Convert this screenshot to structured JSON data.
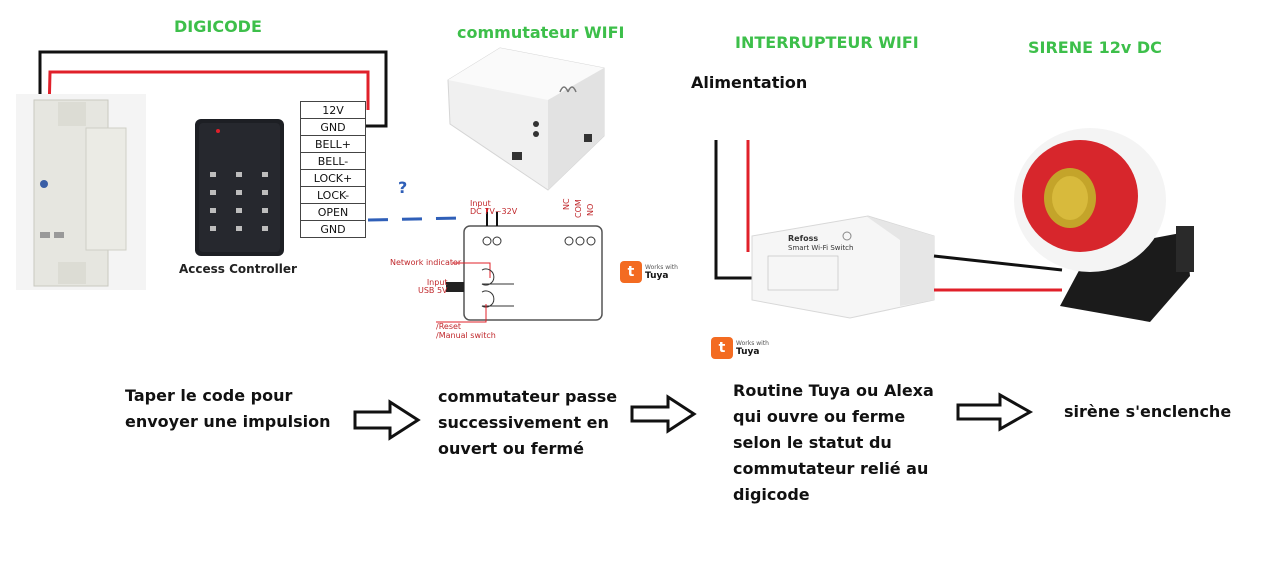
{
  "titles": {
    "digicode": "DIGICODE",
    "commutateur": "commutateur WIFI",
    "interrupteur": "INTERRUPTEUR WIFI",
    "sirene": "SIRENE 12v DC"
  },
  "alimentation": "Alimentation",
  "access_controller_label": "Access Controller",
  "terminals": [
    "12V",
    "GND",
    "BELL+",
    "BELL-",
    "LOCK+",
    "LOCK-",
    "OPEN",
    "GND"
  ],
  "question_mark": "?",
  "module_diagram": {
    "input_dc": "Input\nDC 7V~32V",
    "nc": "NC",
    "com": "COM",
    "no": "NO",
    "network_indicator": "Network indicator",
    "input_usb": "Input\nUSB 5V",
    "reset": "/Reset",
    "manual_switch": "/Manual switch"
  },
  "tuya_badges": [
    {
      "icon": "t",
      "works": "Works with",
      "brand": "Tuya"
    },
    {
      "icon": "t",
      "works": "Works with",
      "brand": "Tuya"
    }
  ],
  "refoss": {
    "brand": "Refoss",
    "product": "Smart Wi-Fi Switch"
  },
  "steps": [
    "Taper le code pour envoyer une impulsion",
    "commutateur passe successivement en ouvert ou fermé",
    "Routine Tuya ou Alexa qui ouvre ou ferme selon le statut du commutateur relié au digicode",
    "sirène s'enclenche"
  ],
  "colors": {
    "title_green": "#3dbf4a",
    "wire_red": "#e0202a",
    "wire_black": "#111111",
    "dash_blue": "#2f5fb8",
    "tuya_orange": "#f36b21",
    "siren_red": "#d7262c"
  }
}
